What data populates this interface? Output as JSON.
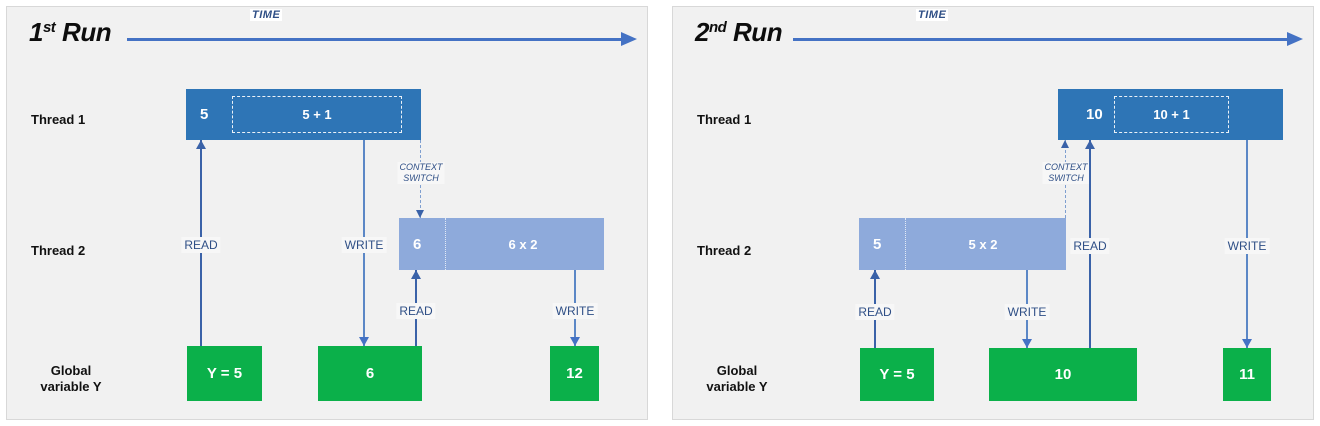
{
  "diagram": {
    "title_context_switch": "CONTEXT\nSWITCH",
    "time_label": "TIME",
    "row_labels": {
      "thread1": "Thread 1",
      "thread2": "Thread 2",
      "global": "Global\nvariable Y"
    },
    "ops": {
      "read": "READ",
      "write": "WRITE"
    }
  },
  "panels": [
    {
      "id": "first-run",
      "title_number": "1",
      "title_ordinal": "st",
      "title_word": "Run",
      "thread1_block": {
        "value": "5",
        "expression": "5 + 1"
      },
      "thread2_block": {
        "value": "6",
        "expression": "6 x 2"
      },
      "globals": [
        {
          "label": "Y = 5"
        },
        {
          "label": "6"
        },
        {
          "label": "12"
        }
      ],
      "arrows": [
        {
          "name": "thread1-read",
          "op": "READ"
        },
        {
          "name": "thread1-write",
          "op": "WRITE"
        },
        {
          "name": "thread2-read",
          "op": "READ"
        },
        {
          "name": "thread2-write",
          "op": "WRITE"
        }
      ]
    },
    {
      "id": "second-run",
      "title_number": "2",
      "title_ordinal": "nd",
      "title_word": "Run",
      "thread1_block": {
        "value": "10",
        "expression": "10 + 1"
      },
      "thread2_block": {
        "value": "5",
        "expression": "5 x 2"
      },
      "globals": [
        {
          "label": "Y = 5"
        },
        {
          "label": "10"
        },
        {
          "label": "11"
        }
      ],
      "arrows": [
        {
          "name": "thread2-read",
          "op": "READ"
        },
        {
          "name": "thread2-write",
          "op": "WRITE"
        },
        {
          "name": "thread1-read",
          "op": "READ"
        },
        {
          "name": "thread1-write",
          "op": "WRITE"
        }
      ]
    }
  ],
  "colors": {
    "thread1_fill": "#2e75b6",
    "thread2_fill": "#8eaadb",
    "global_fill": "#0bb04a",
    "arrow": "#4472c4",
    "panel_bg": "#f1f1f1",
    "label_text": "#2f4f86"
  }
}
